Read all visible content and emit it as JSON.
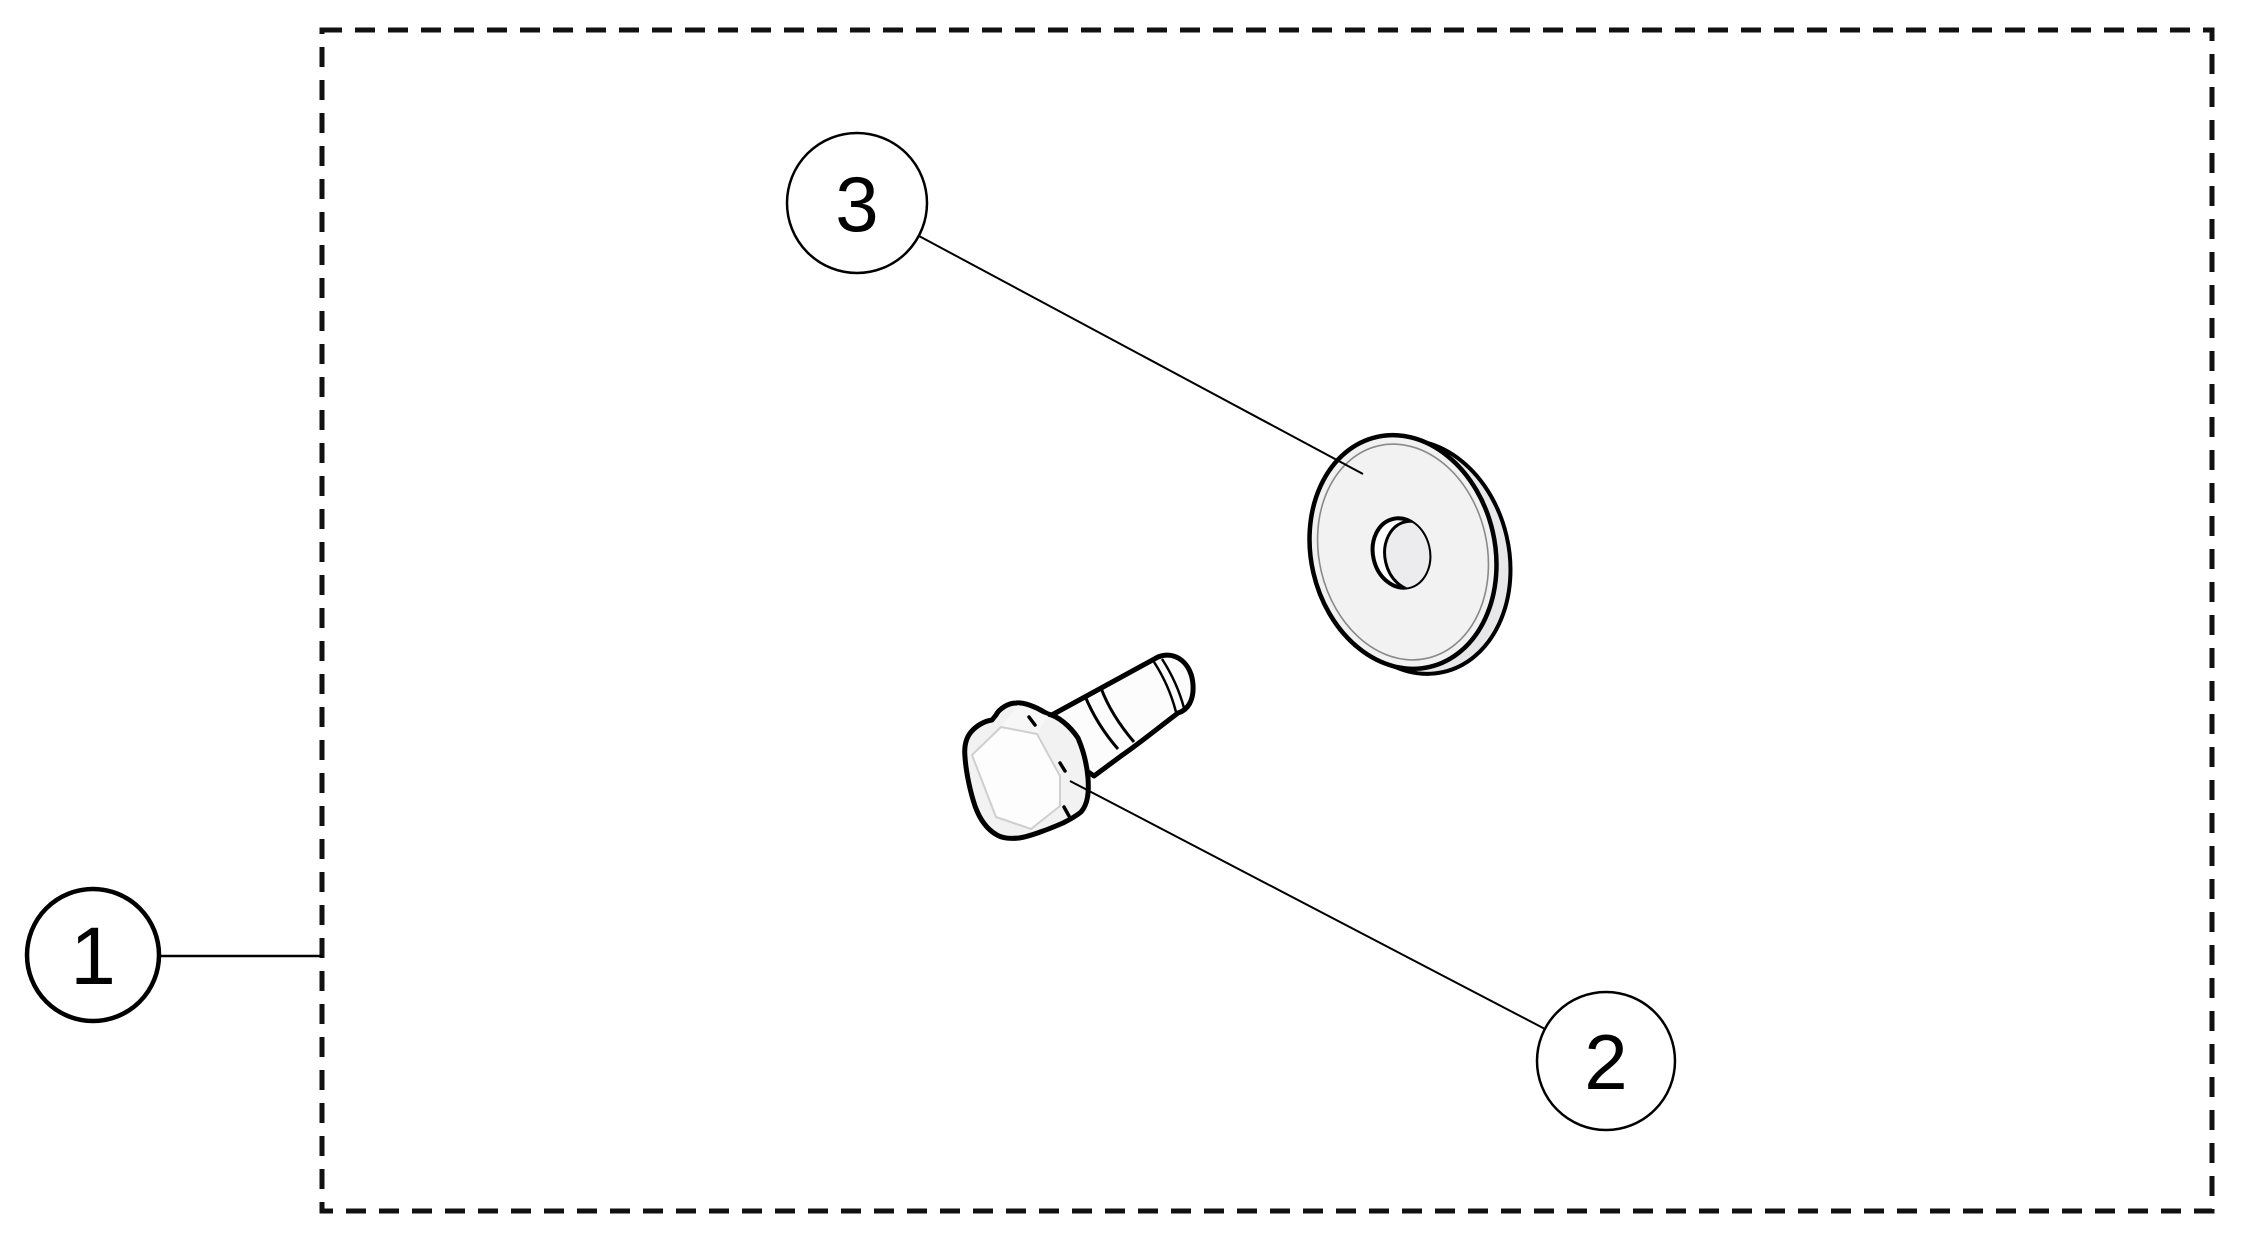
{
  "diagram": {
    "type": "exploded-parts-diagram",
    "background": "#ffffff",
    "line_color": "#000000",
    "part_fill_light": "#f2f2f2",
    "part_fill_white": "#fdfdfd",
    "boundary_style": "dashed"
  },
  "callouts": [
    {
      "label": "1",
      "part": "assembly-boundary"
    },
    {
      "label": "2",
      "part": "hex-flange-bolt"
    },
    {
      "label": "3",
      "part": "flat-washer"
    }
  ]
}
